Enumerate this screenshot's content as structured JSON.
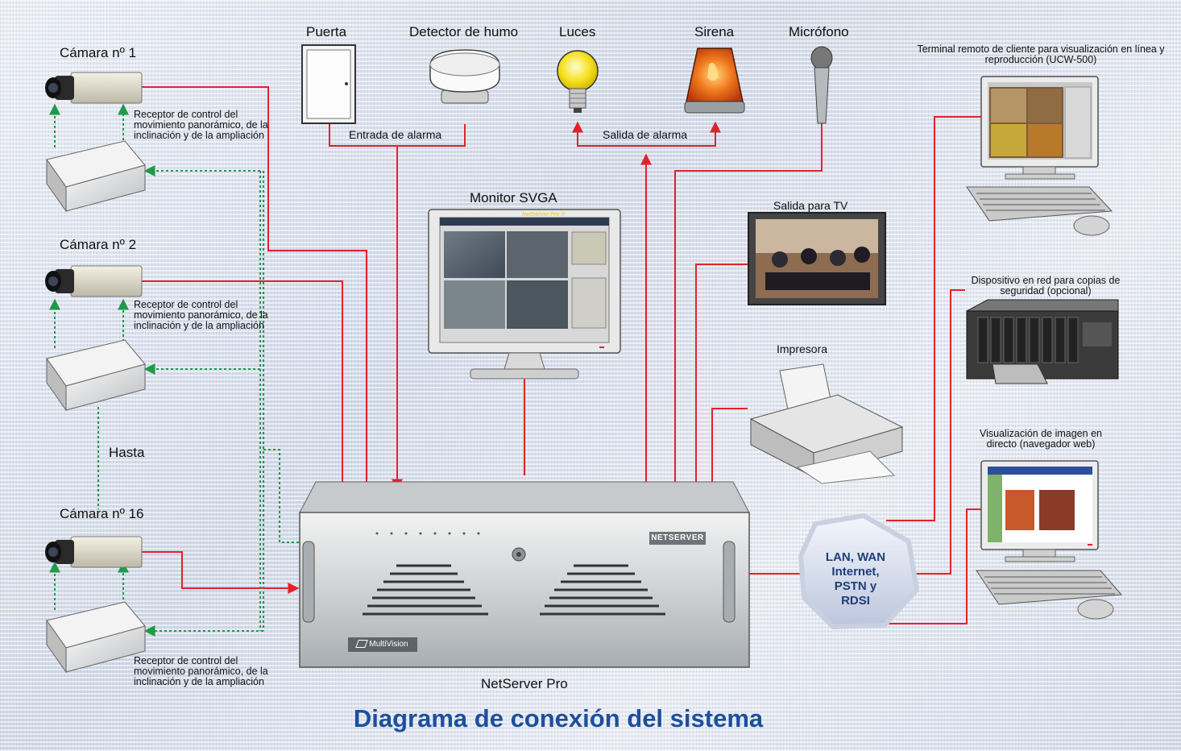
{
  "title": "Diagrama de conexión del sistema",
  "cameras": [
    {
      "label": "Cámara nº 1",
      "receiver": "Receptor de control del movimiento panorámico, de la inclinación y de la ampliación"
    },
    {
      "label": "Cámara nº 2",
      "receiver": "Receptor de control del movimiento panorámico, de la inclinación y de la ampliación"
    },
    {
      "label": "Cámara nº 16",
      "receiver": "Receptor de control del movimiento panorámico, de la inclinación y de la ampliación"
    }
  ],
  "hasta": "Hasta",
  "inputs": {
    "door": "Puerta",
    "smoke": "Detector de humo",
    "label": "Entrada de alarma"
  },
  "outputs": {
    "lights": "Luces",
    "siren": "Sirena",
    "label": "Salida de alarma"
  },
  "microphone": "Micrófono",
  "monitor": {
    "label": "Monitor SVGA",
    "screen_title": "NetServer Pro II"
  },
  "tv": "Salida para TV",
  "printer": "Impresora",
  "server": {
    "label": "NetServer Pro",
    "badge": "NETSERVER",
    "brand": "MultiVision"
  },
  "network": {
    "text": "LAN, WAN\nInternet,\nPSTN y\nRDSI"
  },
  "remote_terminal": "Terminal remoto de cliente para visualización en línea y reproducción (UCW-500)",
  "backup": "Dispositivo en red para copias de seguridad (opcional)",
  "web_view": "Visualización de imagen en directo (navegador web)",
  "colors": {
    "wire_red": "#e2222a",
    "wire_green": "#1e9a49",
    "title_blue": "#1d4f9e",
    "net_blue": "#1f3d7a"
  }
}
